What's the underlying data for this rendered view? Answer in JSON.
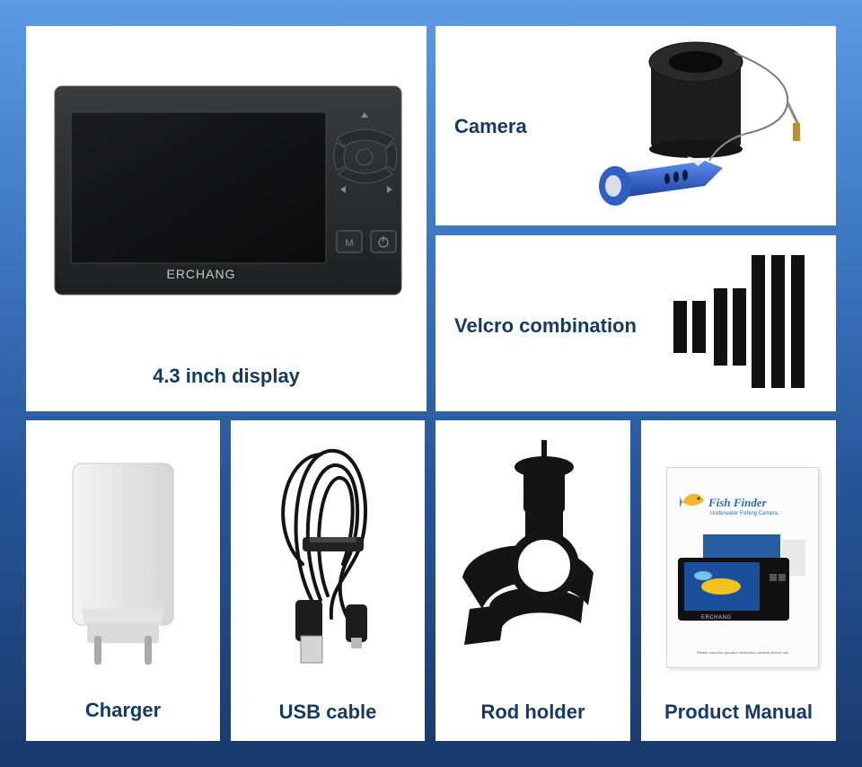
{
  "panels": {
    "display": {
      "label": "4.3 inch display",
      "brand": "ERCHANG"
    },
    "camera": {
      "label": "Camera"
    },
    "velcro": {
      "label": "Velcro combination"
    },
    "charger": {
      "label": "Charger"
    },
    "usb_cable": {
      "label": "USB cable"
    },
    "rod_holder": {
      "label": "Rod holder"
    },
    "manual": {
      "label": "Product Manual",
      "logo_text": "Fish Finder",
      "subtitle": "Underwater Fishing Camera",
      "device_brand": "ERCHANG",
      "footer_note": "Please read this operation instruction carefully before use"
    }
  },
  "icons": [
    "menu-button-icon",
    "power-button-icon",
    "arrow-up-icon",
    "arrow-left-icon",
    "arrow-right-icon"
  ]
}
